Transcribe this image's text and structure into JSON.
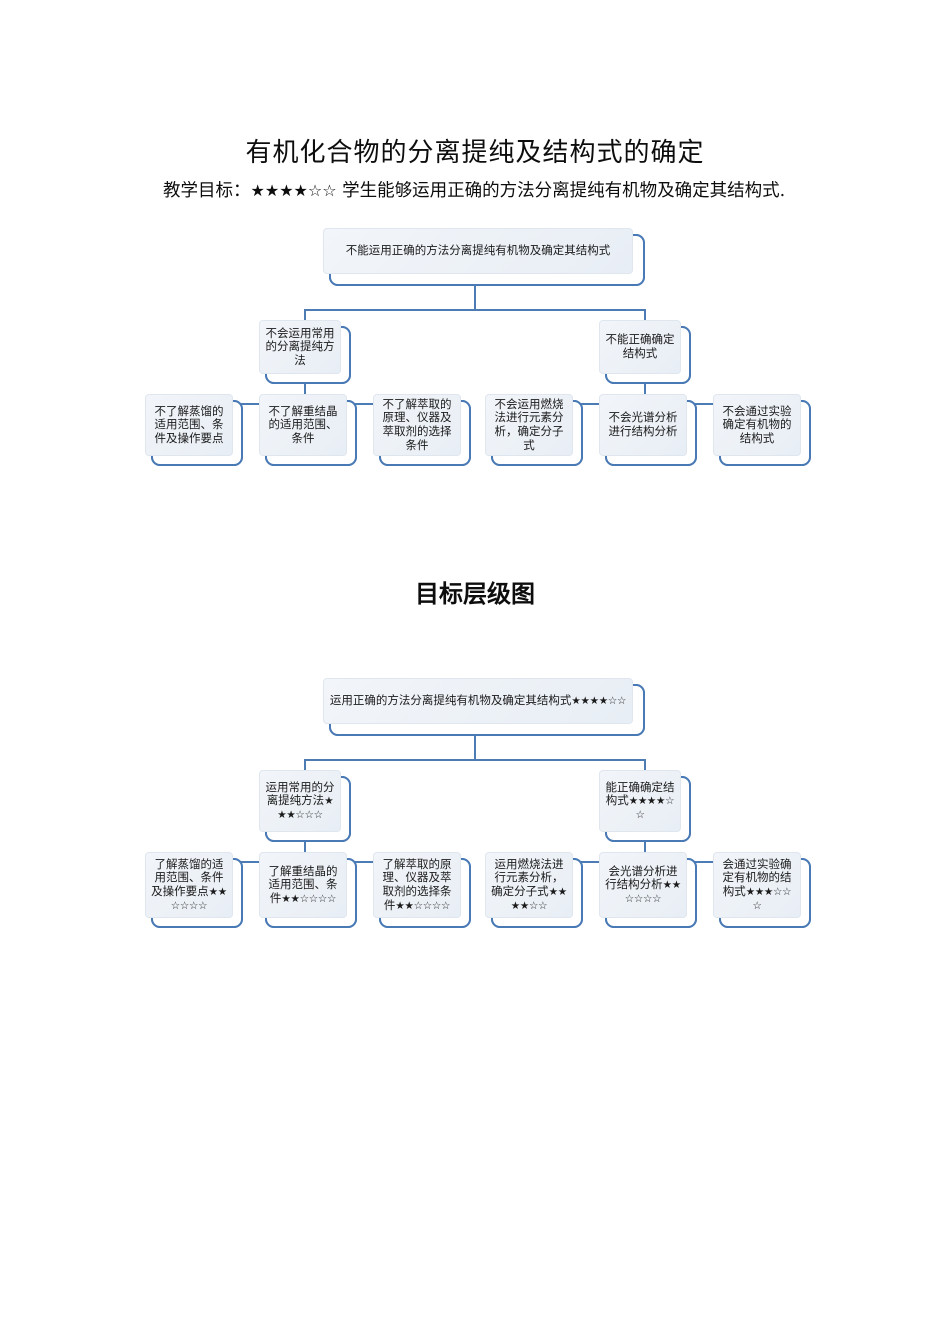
{
  "document": {
    "title": "有机化合物的分离提纯及结构式的确定",
    "objective_label": "教学目标：",
    "objective_stars": "★★★★☆☆",
    "objective_text": " 学生能够运用正确的方法分离提纯有机物及确定其结构式.",
    "section_heading": "目标层级图"
  },
  "colors": {
    "node_border": "#4a7ab5",
    "node_back_plate": "#4a7ab5",
    "node_panel_fill": "#eef2f7",
    "connector": "#4d7cb5",
    "text": "#1a1a1a",
    "page_background": "#ffffff"
  },
  "diagram_problem": {
    "name": "问题层级图",
    "root": {
      "text": "不能运用正确的方法分离提纯有机物及确定其结构式"
    },
    "level2": [
      {
        "text": "不会运用常用的分离提纯方法"
      },
      {
        "text": "不能正确确定结构式"
      }
    ],
    "leaves": [
      {
        "text": "不了解蒸馏的适用范围、条件及操作要点"
      },
      {
        "text": "不了解重结晶的适用范围、条件"
      },
      {
        "text": "不了解萃取的原理、仪器及萃取剂的选择条件"
      },
      {
        "text": "不会运用燃烧法进行元素分析，确定分子式"
      },
      {
        "text": "不会光谱分析进行结构分析"
      },
      {
        "text": "不会通过实验确定有机物的结构式"
      }
    ]
  },
  "diagram_goal": {
    "name": "目标层级图",
    "root": {
      "text": "运用正确的方法分离提纯有机物及确定其结构式",
      "stars": "★★★★☆☆"
    },
    "level2": [
      {
        "text": "运用常用的分离提纯方法",
        "stars": "★★★☆☆☆"
      },
      {
        "text": "能正确确定结构式",
        "stars": "★★★★☆☆"
      }
    ],
    "leaves": [
      {
        "text": "了解蒸馏的适用范围、条件及操作要点",
        "stars": "★★☆☆☆☆"
      },
      {
        "text": "了解重结晶的适用范围、条件",
        "stars": "★★☆☆☆☆"
      },
      {
        "text": "了解萃取的原理、仪器及萃取剂的选择条件",
        "stars": "★★☆☆☆☆"
      },
      {
        "text": "运用燃烧法进行元素分析，确定分子式",
        "stars": "★★★★☆☆"
      },
      {
        "text": "会光谱分析进行结构分析",
        "stars": "★★☆☆☆☆"
      },
      {
        "text": "会通过实验确定有机物的结构式",
        "stars": "★★★☆☆☆"
      }
    ]
  }
}
